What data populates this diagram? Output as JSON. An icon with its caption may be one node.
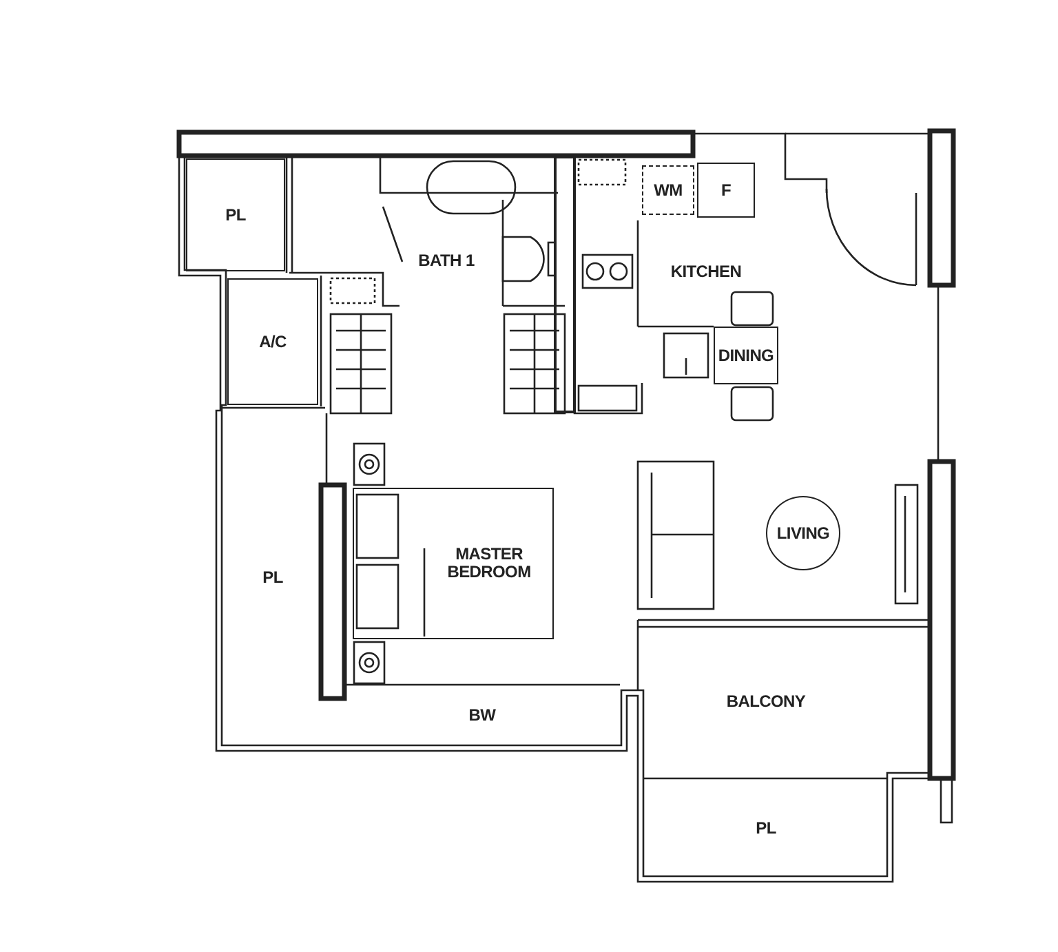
{
  "diagram": {
    "nodes": [
      {
        "text": [
          "PL"
        ]
      },
      {
        "text": [
          "A/C"
        ]
      },
      {
        "text": [
          "BATH 1"
        ]
      },
      {
        "text": [
          "WM"
        ]
      },
      {
        "text": [
          "F"
        ]
      },
      {
        "text": [
          "KITCHEN"
        ]
      },
      {
        "text": [
          "DINING"
        ]
      },
      {
        "text": [
          "PL"
        ]
      },
      {
        "text": [
          "MASTER BEDROOM"
        ]
      },
      {
        "text": [
          "LIVING"
        ]
      },
      {
        "text": [
          "BW"
        ]
      },
      {
        "text": [
          "BALCONY"
        ]
      },
      {
        "text": [
          "PL"
        ]
      }
    ]
  }
}
